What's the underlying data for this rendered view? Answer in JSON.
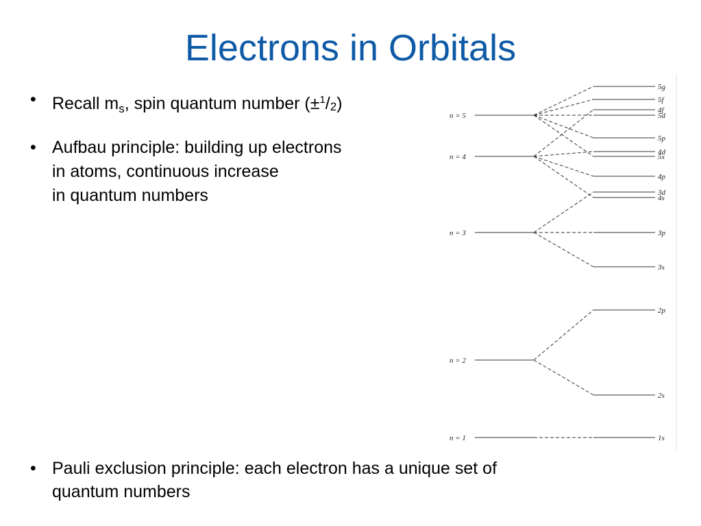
{
  "title": "Electrons in Orbitals",
  "bullet1": {
    "dot": "•",
    "pre": "Recall m",
    "sub": "s",
    "mid": ", spin quantum number (±",
    "sup": "1",
    "slash": "/",
    "small": "2",
    "post": ")"
  },
  "bullet2": {
    "dot": "•",
    "line1": "Aufbau principle: building up electrons",
    "line2": "in atoms, continuous increase",
    "line3": "in quantum numbers"
  },
  "bullet3": {
    "dot": "•",
    "line1": "Pauli exclusion principle: each electron has a unique set of",
    "line2": "quantum numbers"
  },
  "diagram": {
    "shells": [
      {
        "label": "n = 5"
      },
      {
        "label": "n = 4"
      },
      {
        "label": "n = 3"
      },
      {
        "label": "n = 2"
      },
      {
        "label": "n = 1"
      }
    ],
    "orbitals": [
      "5g",
      "5f",
      "4f",
      "5d",
      "5p",
      "4d",
      "5s",
      "4p",
      "3d",
      "4s",
      "3p",
      "3s",
      "2p",
      "2s",
      "1s"
    ],
    "line_color": "#333333"
  }
}
